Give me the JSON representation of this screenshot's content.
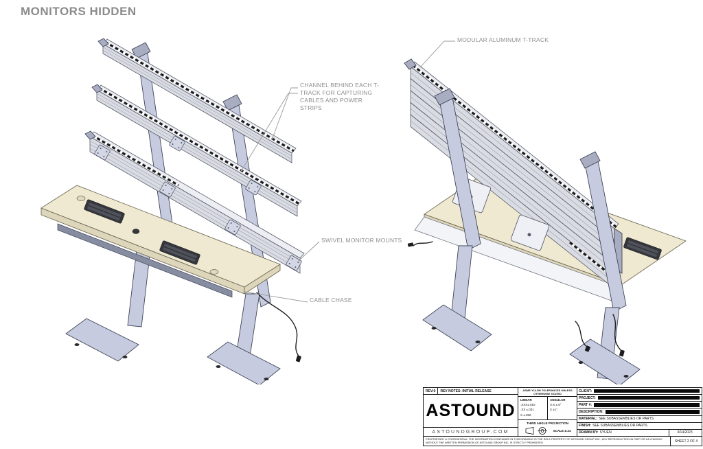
{
  "page": {
    "title": "MONITORS HIDDEN"
  },
  "callouts": {
    "channel": "CHANNEL BEHIND EACH T-TRACK FOR CAPTURING CABLES AND POWER STRIPS",
    "modular_track": "MODULAR ALUMINUM T-TRACK",
    "swivel_mounts": "SWIVEL MONITOR MOUNTS",
    "cable_chase": "CABLE CHASE"
  },
  "title_block": {
    "rev": "REV:0",
    "rev_notes": "REV NOTES: INITIAL RELEASE",
    "logo": "ASTOUND",
    "website": "ASTOUNDGROUP.COM",
    "tolerance_header": "ASME Y14.5M TOLERANCES UNLESS OTHERWISE STATED",
    "linear_label": "LINEAR",
    "angular_label": "ANGULAR",
    "linear_rows": [
      ".XXX±.010",
      ".XX ±.031",
      "X ±.062"
    ],
    "angular_rows": [
      "X.X ±.5°",
      "X ±1°"
    ],
    "projection_label": "THIRD ANGLE PROJECTION",
    "scale": "SCALE:1:24",
    "fields": [
      {
        "label": "CLIENT:",
        "value": "",
        "redacted": true
      },
      {
        "label": "PROJECT:",
        "value": "",
        "redacted": true
      },
      {
        "label": "PART #:",
        "value": "",
        "redacted": true
      },
      {
        "label": "DESCRIPTION:",
        "value": "",
        "redacted": true
      },
      {
        "label": "MATERIAL:",
        "value": "SEE SUBASSEMBLIES OR PARTS",
        "redacted": false
      },
      {
        "label": "FINISH:",
        "value": "SEE SUBASSEMBLIES OR PARTS",
        "redacted": false
      }
    ],
    "drawn_by_label": "DRAWN BY:",
    "drawn_by": "SYUEN",
    "date": "3/14/2023",
    "sheet": "SHEET 2 OF 4",
    "footer": "PROPRIETARY & CONFIDENTIAL: THE INFORMATION CONTAINED IN THIS DRAWING IS THE SOLE PROPERTY OF ASTOUND GROUP INC., ANY REPRODUCTION IN PART OR AS A WHOLE WITHOUT THE WRITTEN PERMISSION OF ASTOUND GROUP INC. IS STRICTLY PROHIBITED."
  },
  "colors": {
    "frame": "#c6cbdf",
    "desktop": "#f0e9d2",
    "redaction": "#0a0a0a",
    "callout_text": "#8e8e8e"
  }
}
